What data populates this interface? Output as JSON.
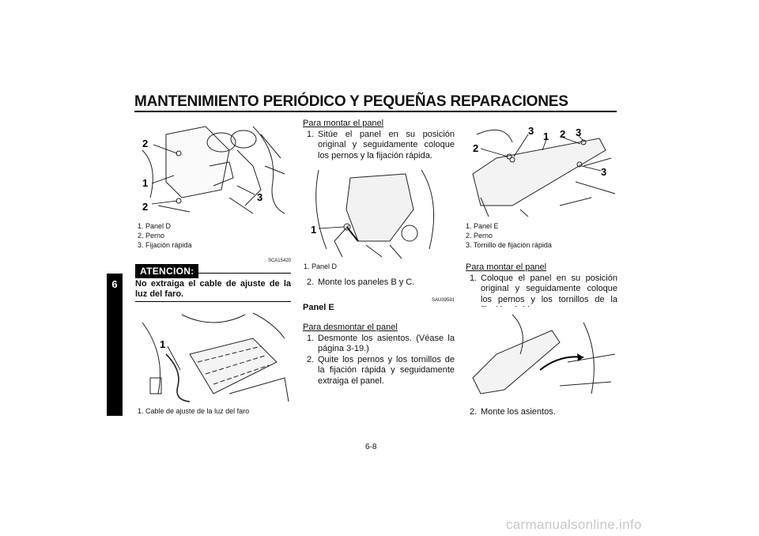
{
  "header": {
    "title": "MANTENIMIENTO PERIÓDICO Y PEQUEÑAS REPARACIONES"
  },
  "chapter_tab": "6",
  "col1": {
    "figure1": {
      "labels": [
        "2",
        "1",
        "2",
        "3"
      ]
    },
    "caption1": [
      "1. Panel D",
      "2. Perno",
      "3. Fijación rápida"
    ],
    "code1": "SCA15420",
    "warning": {
      "badge": "ATENCION:",
      "text": "No extraiga el cable de ajuste de la luz del faro."
    },
    "figure2": {
      "labels": [
        "1"
      ]
    },
    "caption2": [
      "1. Cable de ajuste de la luz del faro"
    ]
  },
  "col2": {
    "sub_mount": "Para montar el panel",
    "step1_num": "1.",
    "step1": "Sitúe el panel en su posición original y seguidamente coloque los pernos y la fijación rápida.",
    "figure3": {
      "labels": [
        "1"
      ]
    },
    "caption3": [
      "1. Panel D"
    ],
    "step2_num": "2.",
    "step2": "Monte los paneles B y C.",
    "code2": "SAU39591",
    "heading": "Panel E",
    "sub_remove": "Para desmontar el panel",
    "rstep1_num": "1.",
    "rstep1": "Desmonte los asientos. (Véase la página 3-19.)",
    "rstep2_num": "2.",
    "rstep2": "Quite los pernos y los tornillos de la fijación rápida y seguidamente extraiga el panel."
  },
  "col3": {
    "figure4": {
      "labels": [
        "3",
        "1",
        "2",
        "3",
        "2",
        "3"
      ]
    },
    "caption4": [
      "1. Panel E",
      "2. Perno",
      "3. Tornillo de fijación rápida"
    ],
    "sub_mount": "Para montar el panel",
    "step1_num": "1.",
    "step1": "Coloque el panel en su posición original y seguidamente coloque los pernos y los tornillos de la fijación rápida.",
    "step2_num": "2.",
    "step2": "Monte los asientos."
  },
  "page_number": "6-8",
  "footer": "carmanualsonline.info"
}
